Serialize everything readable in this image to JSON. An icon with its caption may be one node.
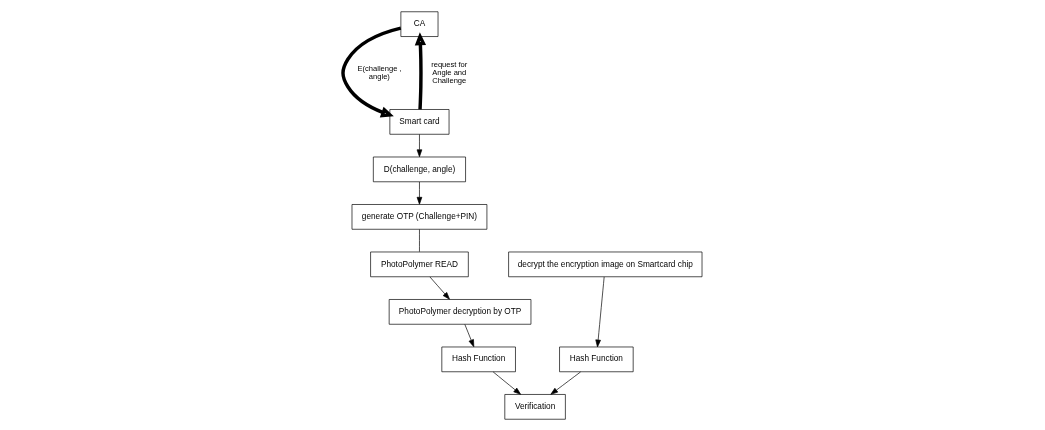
{
  "diagram": {
    "nodes": [
      {
        "text": [
          "CA"
        ]
      },
      {
        "text": [
          "Smart card"
        ]
      },
      {
        "text": [
          "D(challenge, angle)"
        ]
      },
      {
        "text": [
          "generate OTP (Challenge+PIN)"
        ]
      },
      {
        "text": [
          "PhotoPolymer READ"
        ]
      },
      {
        "text": [
          "PhotoPolymer decryption by OTP"
        ]
      },
      {
        "text": [
          "Hash Function"
        ]
      },
      {
        "text": [
          "decrypt the encryption image on Smartcard chip"
        ]
      },
      {
        "text": [
          "Hash Function"
        ]
      },
      {
        "text": [
          "Verification"
        ]
      }
    ],
    "edges": [
      {
        "from": 1,
        "to": 0,
        "arrow": "to",
        "label": "request for Angle and Challenge",
        "style": "thick"
      },
      {
        "from": 0,
        "to": 1,
        "arrow": "to",
        "label": "E(challenge , angle)",
        "style": "thick"
      },
      {
        "from": 1,
        "to": 2,
        "arrow": "to"
      },
      {
        "from": 2,
        "to": 3,
        "arrow": "to"
      },
      {
        "from": 3,
        "to": 4,
        "arrow": "none"
      },
      {
        "from": 4,
        "to": 5,
        "arrow": "to"
      },
      {
        "from": 5,
        "to": 6,
        "arrow": "to"
      },
      {
        "from": 6,
        "to": 9,
        "arrow": "to"
      },
      {
        "from": 7,
        "to": 8,
        "arrow": "to"
      },
      {
        "from": 8,
        "to": 9,
        "arrow": "to"
      }
    ]
  }
}
